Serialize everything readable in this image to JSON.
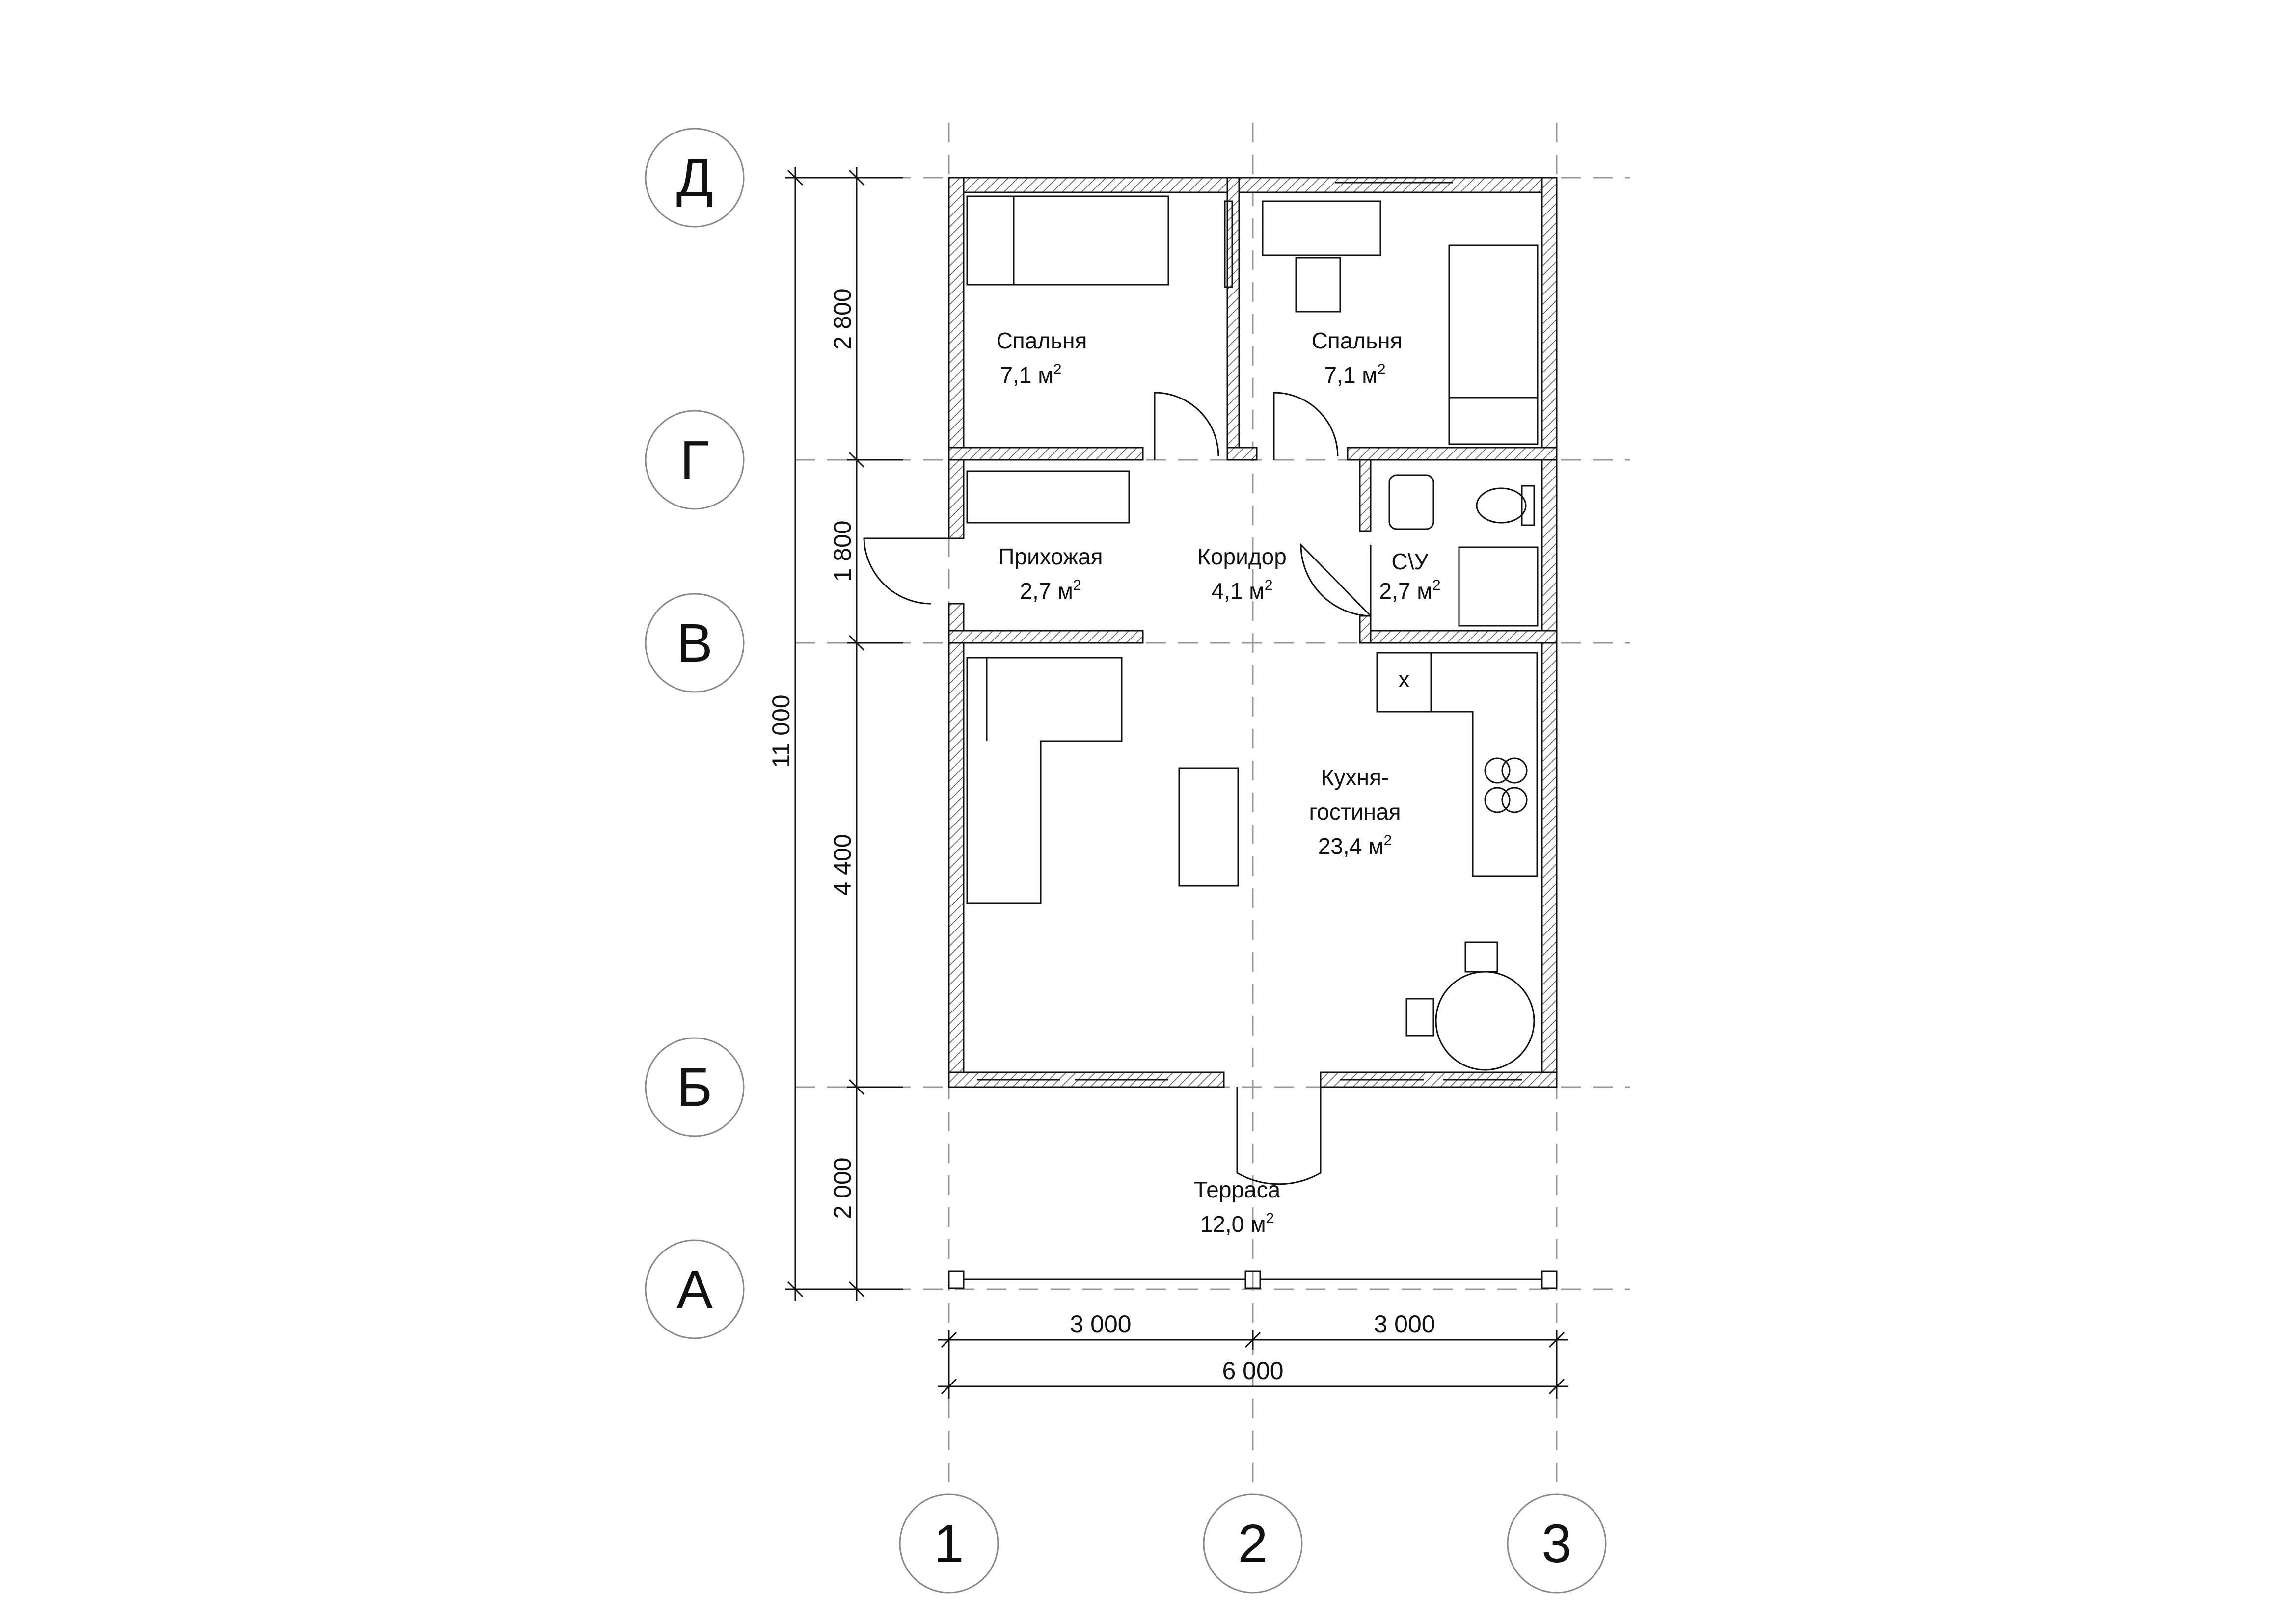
{
  "axes": {
    "rows": [
      "Д",
      "Г",
      "В",
      "Б",
      "А"
    ],
    "cols": [
      "1",
      "2",
      "3"
    ]
  },
  "dimensions": {
    "vertical_total": "11 000",
    "vertical": [
      "2 800",
      "1 800",
      "4 400",
      "2 000"
    ],
    "horizontal": [
      "3 000",
      "3 000"
    ],
    "horizontal_total": "6 000"
  },
  "rooms": [
    {
      "name": "Спальня",
      "area": "7,1 м",
      "unit_sup": "2"
    },
    {
      "name": "Спальня",
      "area": "7,1 м",
      "unit_sup": "2"
    },
    {
      "name": "Прихожая",
      "area": "2,7 м",
      "unit_sup": "2"
    },
    {
      "name": "Коридор",
      "area": "4,1 м",
      "unit_sup": "2"
    },
    {
      "name": "С\\У",
      "area": "2,7 м",
      "unit_sup": "2"
    },
    {
      "name": "Кухня-",
      "name2": "гостиная",
      "area": "23,4 м",
      "unit_sup": "2"
    },
    {
      "name": "Терраса",
      "area": "12,0 м",
      "unit_sup": "2"
    }
  ],
  "fixtures": {
    "stove_mark": "x"
  }
}
